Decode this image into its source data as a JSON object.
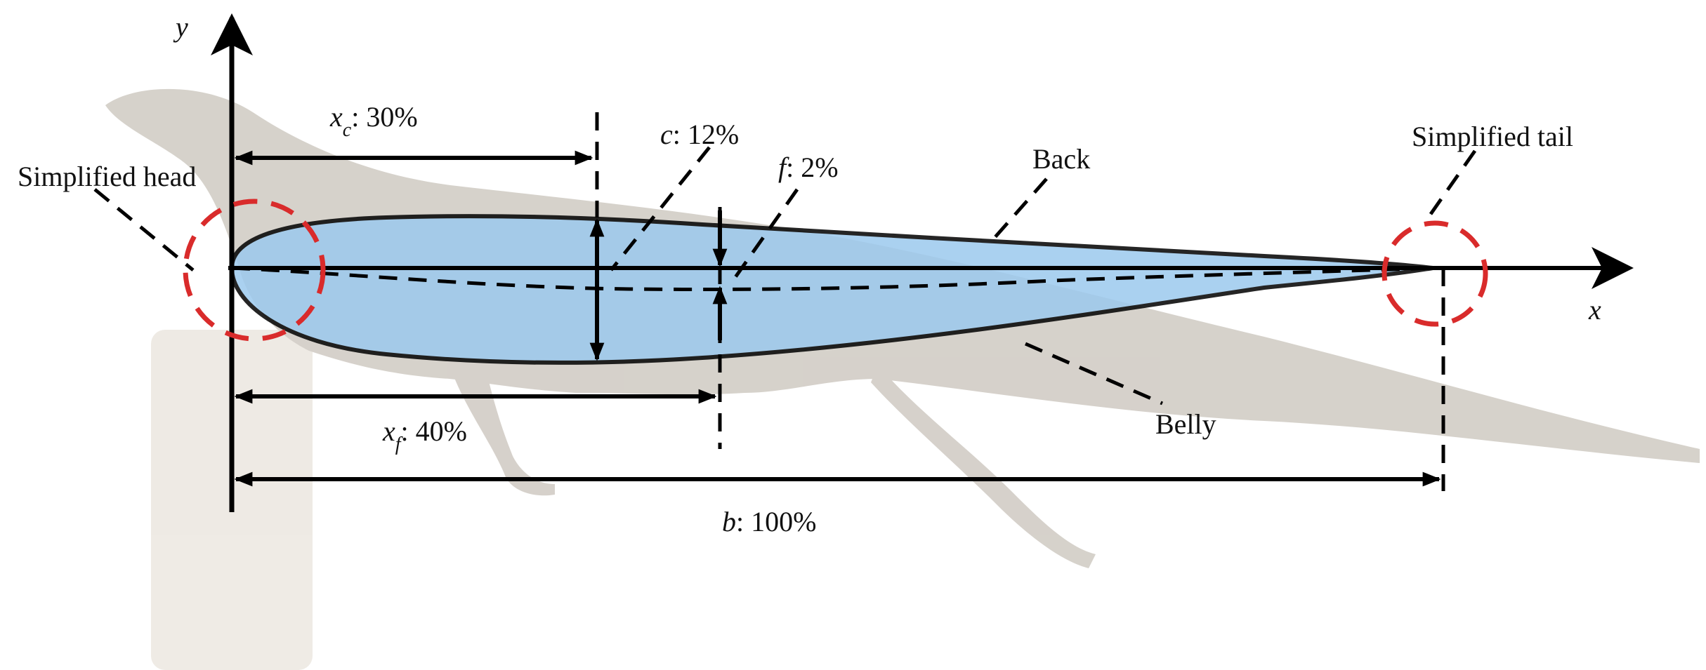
{
  "axes": {
    "y_label": "y",
    "x_label": "x"
  },
  "annotations": {
    "simplified_head": "Simplified head",
    "simplified_tail": "Simplified tail",
    "back": "Back",
    "belly": "Belly"
  },
  "dimensions": {
    "xc": {
      "symbol": "x",
      "sub": "c",
      "text": ": 30%"
    },
    "c": {
      "symbol": "c",
      "text": ": 12%"
    },
    "f": {
      "symbol": "f",
      "text": ": 2%"
    },
    "xf": {
      "symbol": "x",
      "sub": "f",
      "text": ": 40%"
    },
    "b": {
      "symbol": "b",
      "text": ": 100%"
    }
  },
  "colors": {
    "airfoil_fill": "#9cc9ee",
    "outline": "#000000",
    "highlight_circle": "#d92b2b",
    "lizard": "#cfcac2",
    "pedestal": "#ece7e0"
  }
}
